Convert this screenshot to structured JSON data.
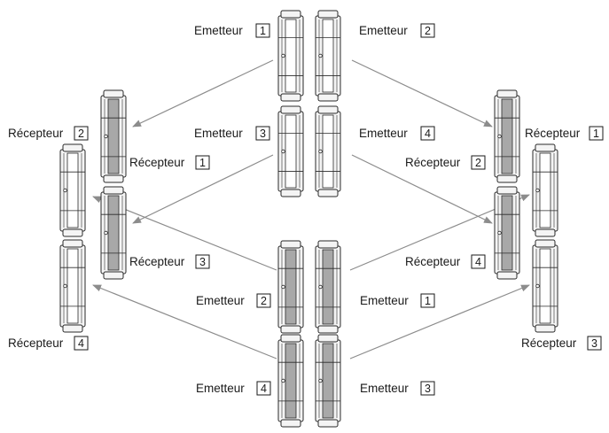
{
  "colors": {
    "outline": "#2a2a2a",
    "unit_fill_light": "#f4f4f4",
    "unit_fill_dark": "#a8a8a8",
    "arrow": "#8c8c8c",
    "text": "#1a1a1a"
  },
  "labels": {
    "top_e1": {
      "text": "Emetteur",
      "num": "1"
    },
    "top_e2": {
      "text": "Emetteur",
      "num": "2"
    },
    "top_e3": {
      "text": "Emetteur",
      "num": "3"
    },
    "top_e4": {
      "text": "Emetteur",
      "num": "4"
    },
    "bot_e2": {
      "text": "Emetteur",
      "num": "2"
    },
    "bot_e1": {
      "text": "Emetteur",
      "num": "1"
    },
    "bot_e4": {
      "text": "Emetteur",
      "num": "4"
    },
    "bot_e3": {
      "text": "Emetteur",
      "num": "3"
    },
    "left_r2": {
      "text": "Récepteur",
      "num": "2"
    },
    "left_r1": {
      "text": "Récepteur",
      "num": "1"
    },
    "left_r3": {
      "text": "Récepteur",
      "num": "3"
    },
    "left_r4": {
      "text": "Récepteur",
      "num": "4"
    },
    "right_r1": {
      "text": "Récepteur",
      "num": "1"
    },
    "right_r2": {
      "text": "Récepteur",
      "num": "2"
    },
    "right_r4": {
      "text": "Récepteur",
      "num": "4"
    },
    "right_r3": {
      "text": "Récepteur",
      "num": "3"
    }
  }
}
